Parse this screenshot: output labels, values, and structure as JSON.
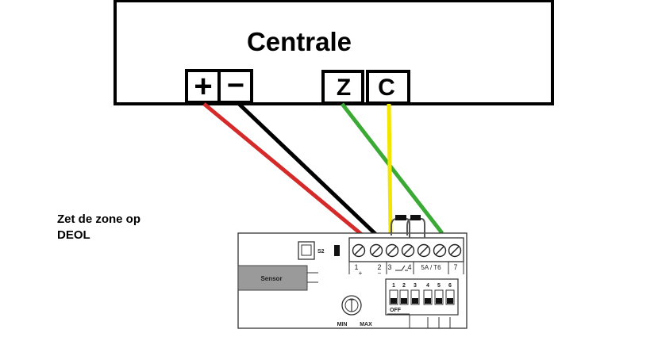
{
  "central": {
    "title": "Centrale",
    "terminals": [
      "+",
      "−",
      "Z",
      "C"
    ]
  },
  "note": {
    "line1": "Zet de zone op",
    "line2": "DEOL"
  },
  "module": {
    "sensor_label": "Sensor",
    "button_label": "S2",
    "terminal_labels": [
      "1",
      "2",
      "3",
      "4",
      "5A / T6",
      "7"
    ],
    "terminal_marks": [
      "+",
      "−"
    ],
    "dip_numbers": [
      "1",
      "2",
      "3",
      "4",
      "5",
      "6"
    ],
    "dip_off_label": "OFF",
    "pot_min": "MIN",
    "pot_max": "MAX"
  },
  "wires": [
    {
      "name": "plus-wire",
      "color": "#d42a2a"
    },
    {
      "name": "minus-wire",
      "color": "#000000"
    },
    {
      "name": "z-wire",
      "color": "#3aaa35"
    },
    {
      "name": "c-wire",
      "color": "#f2e600"
    }
  ]
}
